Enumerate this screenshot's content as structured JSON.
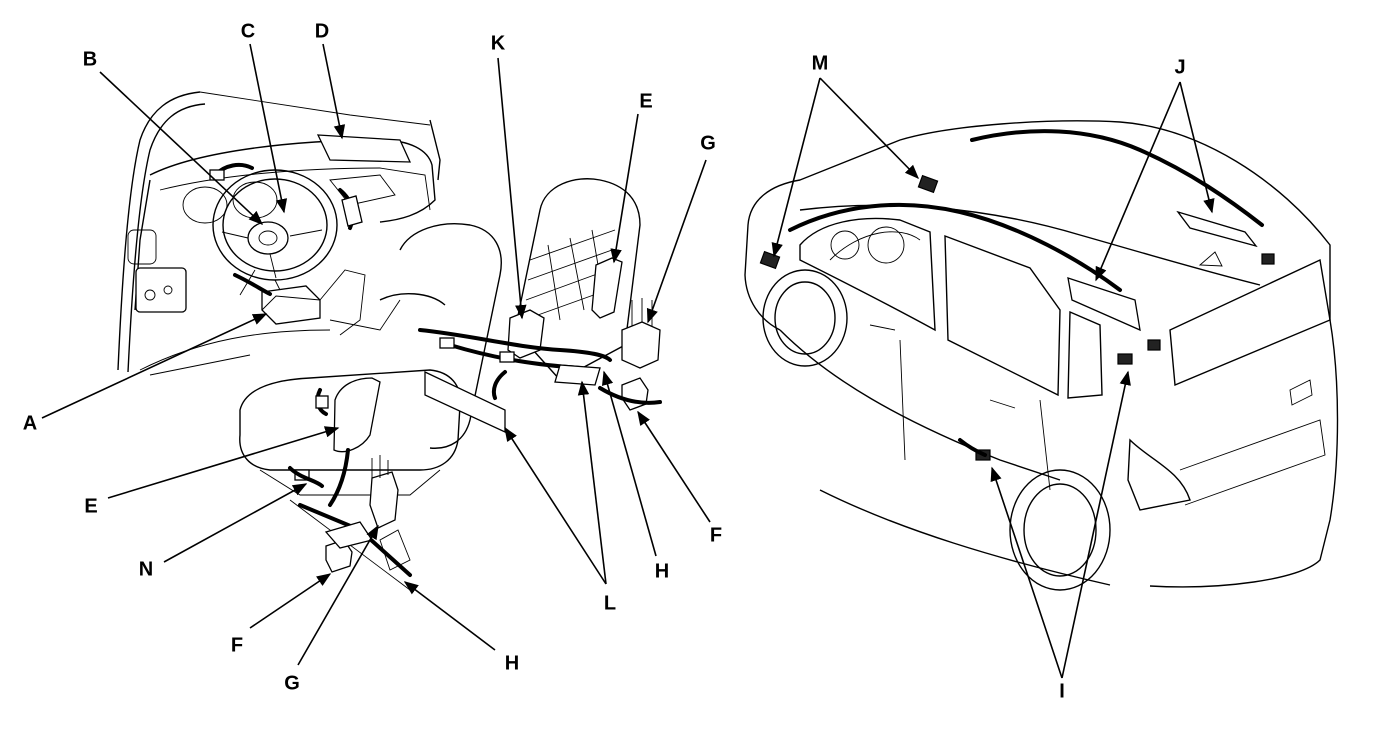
{
  "labels": {
    "A": "A",
    "B": "B",
    "C": "C",
    "D": "D",
    "E1": "E",
    "E2": "E",
    "F1": "F",
    "F2": "F",
    "G1": "G",
    "G2": "G",
    "H1": "H",
    "H2": "H",
    "I": "I",
    "J": "J",
    "K": "K",
    "L": "L",
    "M": "M",
    "N": "N"
  }
}
